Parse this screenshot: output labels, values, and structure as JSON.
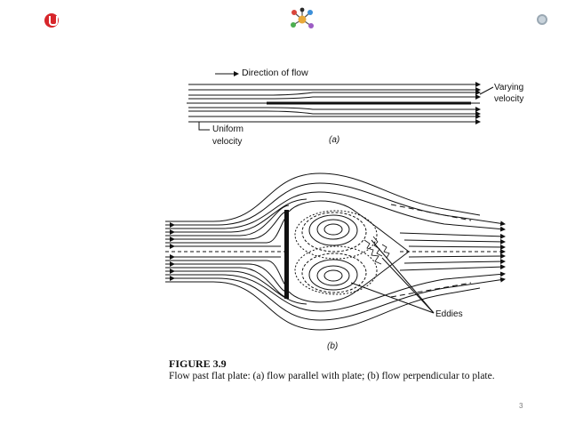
{
  "figure": {
    "panel_a": {
      "direction_label": "Direction of flow",
      "varying_label_line1": "Varying",
      "varying_label_line2": "velocity",
      "uniform_label_line1": "Uniform",
      "uniform_label_line2": "velocity",
      "panel_label": "(a)"
    },
    "panel_b": {
      "eddies_label": "Eddies",
      "panel_label": "(b)"
    }
  },
  "caption": {
    "title": "FIGURE 3.9",
    "text": "Flow past flat plate: (a) flow parallel with plate; (b) flow perpendicular to plate."
  },
  "page": {
    "number": "3"
  },
  "icons": [
    "power-logo-icon",
    "molecule-logo-icon",
    "circle-logo-icon"
  ]
}
